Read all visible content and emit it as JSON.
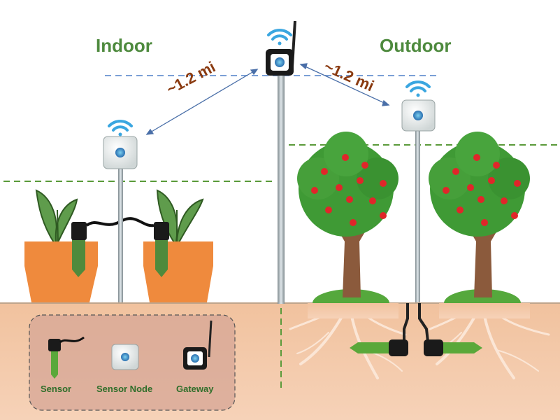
{
  "labels": {
    "indoor": "Indoor",
    "outdoor": "Outdoor",
    "distance_left": "~1.2 mi",
    "distance_right": "~1.2 mi"
  },
  "legend": {
    "sensor": "Sensor",
    "sensor_node": "Sensor Node",
    "gateway": "Gateway"
  },
  "colors": {
    "soil": "#f3c7a6",
    "pot": "#ef8a3d",
    "leaf": "#5f9c4c",
    "trunk": "#8b5a3c",
    "foliage": "#3f9a35",
    "apple": "#e0262a",
    "wifi": "#3aa6e0",
    "green_dash": "#5a9a3a",
    "blue_dash": "#7a9fd6"
  },
  "icons": [
    "wifi-icon",
    "gateway-icon",
    "sensor-node-icon",
    "sensor-icon",
    "plant-icon",
    "tree-icon"
  ]
}
